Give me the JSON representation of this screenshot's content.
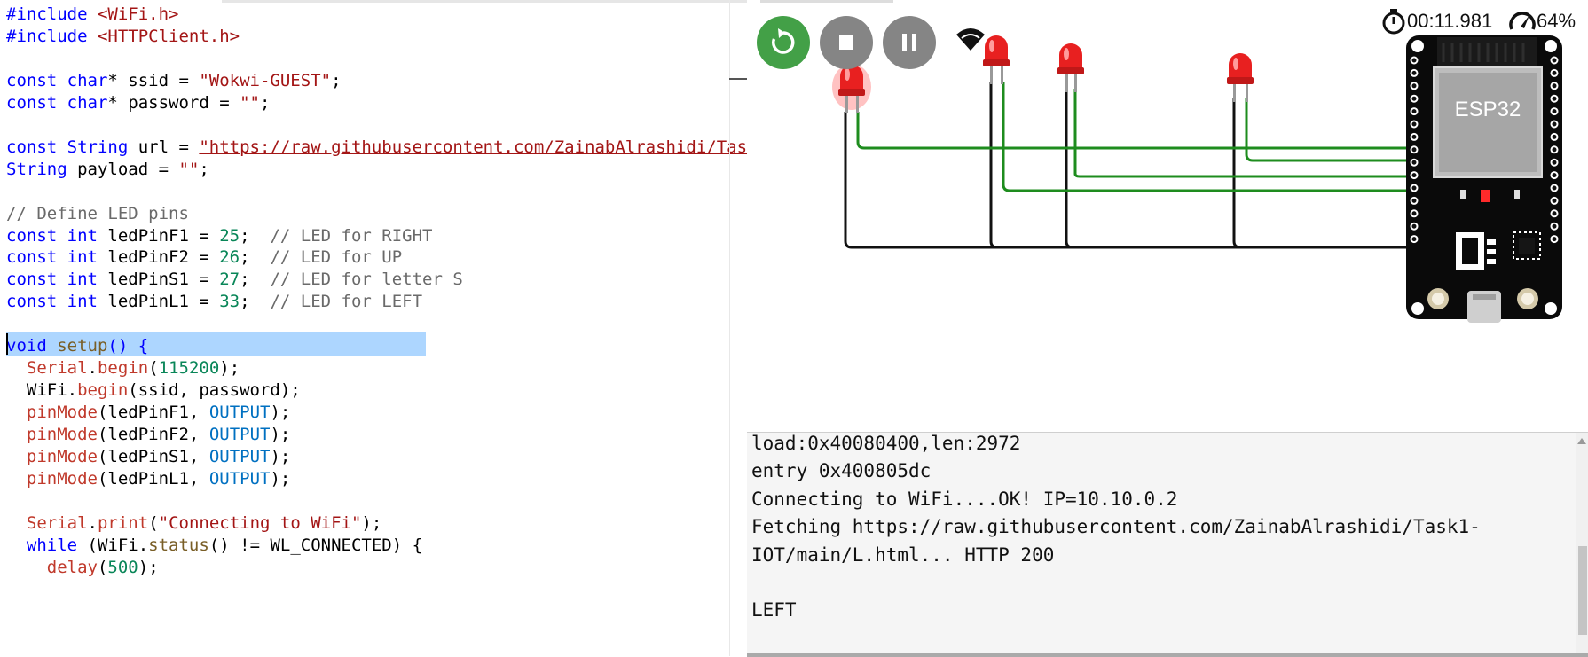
{
  "editor": {
    "lines": [
      [
        {
          "t": "#include ",
          "c": "kw"
        },
        {
          "t": "<WiFi.h>",
          "c": "str"
        }
      ],
      [
        {
          "t": "#include ",
          "c": "kw"
        },
        {
          "t": "<HTTPClient.h>",
          "c": "str"
        }
      ],
      [],
      [
        {
          "t": "const char",
          "c": "kw"
        },
        {
          "t": "* ssid = "
        },
        {
          "t": "\"Wokwi-GUEST\"",
          "c": "str"
        },
        {
          "t": ";"
        }
      ],
      [
        {
          "t": "const char",
          "c": "kw"
        },
        {
          "t": "* password = "
        },
        {
          "t": "\"\"",
          "c": "str"
        },
        {
          "t": ";"
        }
      ],
      [],
      [
        {
          "t": "const String",
          "c": "kw"
        },
        {
          "t": " url = "
        },
        {
          "t": "\"https://raw.githubusercontent.com/ZainabAlrashidi/Tas",
          "c": "str url-ul"
        }
      ],
      [
        {
          "t": "String",
          "c": "kw"
        },
        {
          "t": " payload = "
        },
        {
          "t": "\"\"",
          "c": "str"
        },
        {
          "t": ";"
        }
      ],
      [],
      [
        {
          "t": "// Define LED pins",
          "c": "com"
        }
      ],
      [
        {
          "t": "const int",
          "c": "kw"
        },
        {
          "t": " ledPinF1 = "
        },
        {
          "t": "25",
          "c": "num"
        },
        {
          "t": ";  "
        },
        {
          "t": "// LED for RIGHT",
          "c": "com"
        }
      ],
      [
        {
          "t": "const int",
          "c": "kw"
        },
        {
          "t": " ledPinF2 = "
        },
        {
          "t": "26",
          "c": "num"
        },
        {
          "t": ";  "
        },
        {
          "t": "// LED for UP",
          "c": "com"
        }
      ],
      [
        {
          "t": "const int",
          "c": "kw"
        },
        {
          "t": " ledPinS1 = "
        },
        {
          "t": "27",
          "c": "num"
        },
        {
          "t": ";  "
        },
        {
          "t": "// LED for letter S",
          "c": "com"
        }
      ],
      [
        {
          "t": "const int",
          "c": "kw"
        },
        {
          "t": " ledPinL1 = "
        },
        {
          "t": "33",
          "c": "num"
        },
        {
          "t": ";  "
        },
        {
          "t": "// LED for LEFT",
          "c": "com"
        }
      ],
      [],
      [
        {
          "t": "void",
          "c": "kw"
        },
        {
          "t": " "
        },
        {
          "t": "setup",
          "c": "fn"
        },
        {
          "t": "() {",
          "c": "kw"
        }
      ],
      [
        {
          "t": "  "
        },
        {
          "t": "Serial",
          "c": "fnr"
        },
        {
          "t": "."
        },
        {
          "t": "begin",
          "c": "fnr"
        },
        {
          "t": "("
        },
        {
          "t": "115200",
          "c": "num"
        },
        {
          "t": ");"
        }
      ],
      [
        {
          "t": "  WiFi."
        },
        {
          "t": "begin",
          "c": "fnr"
        },
        {
          "t": "(ssid, password);"
        }
      ],
      [
        {
          "t": "  "
        },
        {
          "t": "pinMode",
          "c": "fnr"
        },
        {
          "t": "(ledPinF1, "
        },
        {
          "t": "OUTPUT",
          "c": "cst"
        },
        {
          "t": ");"
        }
      ],
      [
        {
          "t": "  "
        },
        {
          "t": "pinMode",
          "c": "fnr"
        },
        {
          "t": "(ledPinF2, "
        },
        {
          "t": "OUTPUT",
          "c": "cst"
        },
        {
          "t": ");"
        }
      ],
      [
        {
          "t": "  "
        },
        {
          "t": "pinMode",
          "c": "fnr"
        },
        {
          "t": "(ledPinS1, "
        },
        {
          "t": "OUTPUT",
          "c": "cst"
        },
        {
          "t": ");"
        }
      ],
      [
        {
          "t": "  "
        },
        {
          "t": "pinMode",
          "c": "fnr"
        },
        {
          "t": "(ledPinL1, "
        },
        {
          "t": "OUTPUT",
          "c": "cst"
        },
        {
          "t": ");"
        }
      ],
      [],
      [
        {
          "t": "  "
        },
        {
          "t": "Serial",
          "c": "fnr"
        },
        {
          "t": "."
        },
        {
          "t": "print",
          "c": "fnr"
        },
        {
          "t": "("
        },
        {
          "t": "\"Connecting to WiFi\"",
          "c": "str"
        },
        {
          "t": ");"
        }
      ],
      [
        {
          "t": "  "
        },
        {
          "t": "while",
          "c": "kw"
        },
        {
          "t": " (WiFi."
        },
        {
          "t": "status",
          "c": "fn"
        },
        {
          "t": "() != WL_CONNECTED) {"
        }
      ],
      [
        {
          "t": "    "
        },
        {
          "t": "delay",
          "c": "fnr"
        },
        {
          "t": "("
        },
        {
          "t": "500",
          "c": "num"
        },
        {
          "t": ");"
        }
      ]
    ]
  },
  "simulator": {
    "controls": {
      "restart_icon": "restart-icon",
      "stop_icon": "stop-icon",
      "pause_icon": "pause-icon",
      "wifi_icon": "wifi-icon"
    },
    "timer": "00:11.981",
    "speed": "64%",
    "board_label": "ESP32",
    "colors": {
      "restart": "#43a047",
      "control": "#858585",
      "wire_green": "#1e8c1e",
      "led_red": "#e02020"
    }
  },
  "serial_monitor": {
    "lines": [
      "load:0x40080400,len:2972",
      "entry 0x400805dc",
      "Connecting to WiFi....OK! IP=10.10.0.2",
      "Fetching https://raw.githubusercontent.com/ZainabAlrashidi/Task1-",
      "IOT/main/L.html... HTTP 200",
      "",
      "LEFT"
    ]
  }
}
